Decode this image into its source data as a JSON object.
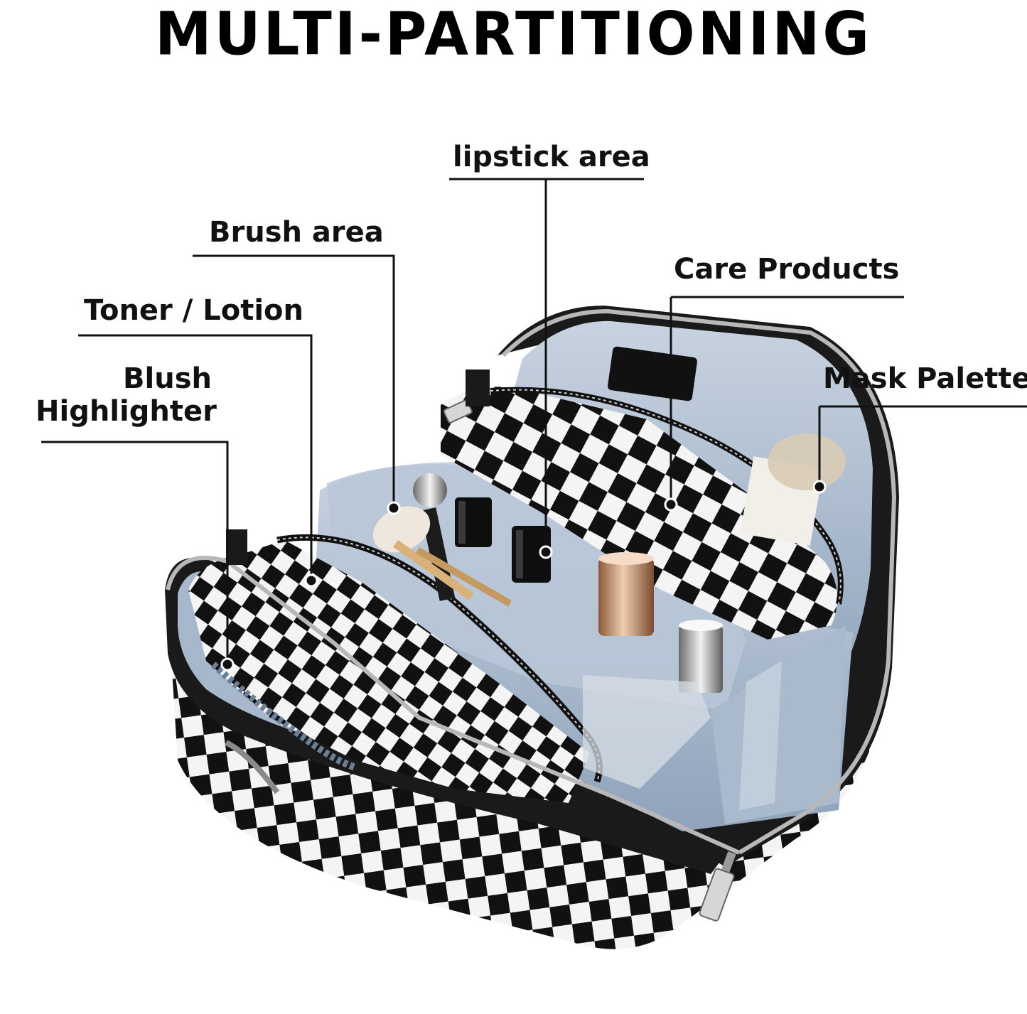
{
  "title": "MULTI-PARTITIONING",
  "labels": {
    "lipstick": "lipstick area",
    "brush": "Brush area",
    "care": "Care Products",
    "toner": "Toner / Lotion",
    "mask": "Mask Palette",
    "blush_line1": "Blush",
    "blush_line2": "Highlighter"
  },
  "colors": {
    "checker_dark": "#111111",
    "checker_light": "#f4f4f4",
    "lining": "#9fb2c8",
    "lining_light": "#c3d0de",
    "leather": "#1a1a1a",
    "zipper": "#b8b8b8"
  }
}
